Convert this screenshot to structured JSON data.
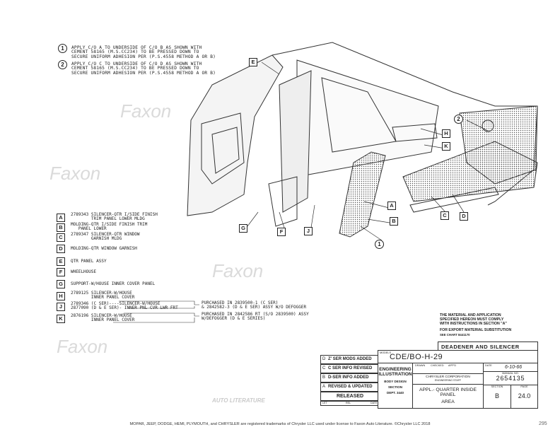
{
  "notes": [
    {
      "num": "1",
      "lines": [
        "APPLY C/O A TO UNDERSIDE OF C/O B AS SHOWN WITH",
        "CEMENT 58165 (M.S.CC234) TO BE PRESSED DOWN TO",
        "SECURE UNIFORM ADHESION PER (P.S.4558 METHOD A OR B)"
      ]
    },
    {
      "num": "2",
      "lines": [
        "APPLY C/O C TO UNDERSIDE OF C/O D AS SHOWN WITH",
        "CEMENT 58165 (M.S.CC234) TO BE PRESSED DOWN TO",
        "SECURE UNIFORM ADHESION PER (P.S.4558 METHOD A OR B)"
      ]
    }
  ],
  "legend": [
    {
      "key": "A",
      "text": "2789343 SILENCER-QTR I/SIDE FINISH\n        TRIM PANEL LOWER MLDG"
    },
    {
      "key": "B",
      "text": "MOLDING-QTR I/SIDE FINISH TRIM\n   PANEL LOWER"
    },
    {
      "key": "C",
      "text": "2789347 SILENCER-QTR WINDOW\n        GARNISH MLDG"
    },
    {
      "key": "D",
      "text": "MOLDING-QTR WINDOW GARNISH"
    },
    {
      "key": "E",
      "text": "QTR PANEL ASSY"
    },
    {
      "key": "F",
      "text": "WHEELHOUSE"
    },
    {
      "key": "G",
      "text": "SUPPORT-W/HOUSE INNER COVER PANEL"
    },
    {
      "key": "H",
      "text": "2789125 SILENCER-W/HOUSE\n        INNER PANEL COVER"
    },
    {
      "key": "J",
      "text": "2789346 (C SER)----SILENCER-W/HOUSE\n2877090 (D & E SER)- INNER PNL CVR LWR FRT"
    },
    {
      "key": "K",
      "text": "2876196 SILENCER-W/HOUSE\n        INNER PANEL COVER"
    }
  ],
  "purchased": [
    "PURCHASED IN 2839500-1 (C SER)\n& 2842582-3 (D & E SER) ASSY W/O DEFOGGER",
    "PURCHASED IN 2842586 RT (S/O 2839500) ASSY\nW/DEFOGGER (D & E SERIES)"
  ],
  "instructions": [
    "THE MATERIAL AND APPLICATION",
    "SPECIFIED HEREON MUST COMPLY",
    "WITH INSTRUCTIONS IN SECTION \"A\""
  ],
  "export": [
    "FOR EXPORT MATERIAL SUBSTITUTION",
    "SEE CHART 8441170"
  ],
  "title_block": {
    "title": "DEADENER AND SILENCER",
    "models_label": "MODELS",
    "models": "CDE/BO-H-29",
    "eng1": "ENGINEERING",
    "eng2": "ILLUSTRATION",
    "body": "BODY DESIGN",
    "section_label": "SECTION",
    "dept": "DEPT. 3440",
    "drawn": "DRAWN",
    "checked": "CHECKED",
    "appd": "APP'D",
    "company": "CHRYSLER CORPORATION",
    "staff": "ENGINEERING STAFF",
    "desc1": "APPL.- QUARTER INSIDE PANEL",
    "desc2": "AREA",
    "date_label": "DATE",
    "date": "6-10-66",
    "manual_label": "MANUAL NO.",
    "manual": "2654135",
    "sec_label": "SECTION",
    "sec": "B",
    "page_label": "PAGE",
    "page": "24.0",
    "revisions": [
      {
        "ltr": "D",
        "text": "Z' SER MODS ADDED"
      },
      {
        "ltr": "C",
        "text": "C SER INFO REVISED"
      },
      {
        "ltr": "B",
        "text": "D-SER INFO ADDED"
      },
      {
        "ltr": "A",
        "text": "REVISED & UPDATED"
      },
      {
        "ltr": "",
        "text": "RELEASED"
      }
    ],
    "ltr_label": "LET",
    "rel_label": "REL",
    "date_col": "DATE"
  },
  "watermark": {
    "brand": "Faxon",
    "sub": "AUTO LITERATURE"
  },
  "footer": "MOPAR, JEEP, DODGE, HEMI, PLYMOUTH, and CHRYSLER are registered trademarks of Chrysler LLC used under license to Faxon Auto Literature. ©Chrysler LLC 2018",
  "page_number": "295",
  "callouts": {
    "E": "E",
    "2": "2",
    "H": "H",
    "K": "K",
    "A": "A",
    "B": "B",
    "C": "C",
    "D": "D",
    "G": "G",
    "F": "F",
    "J": "J",
    "I": "1"
  }
}
